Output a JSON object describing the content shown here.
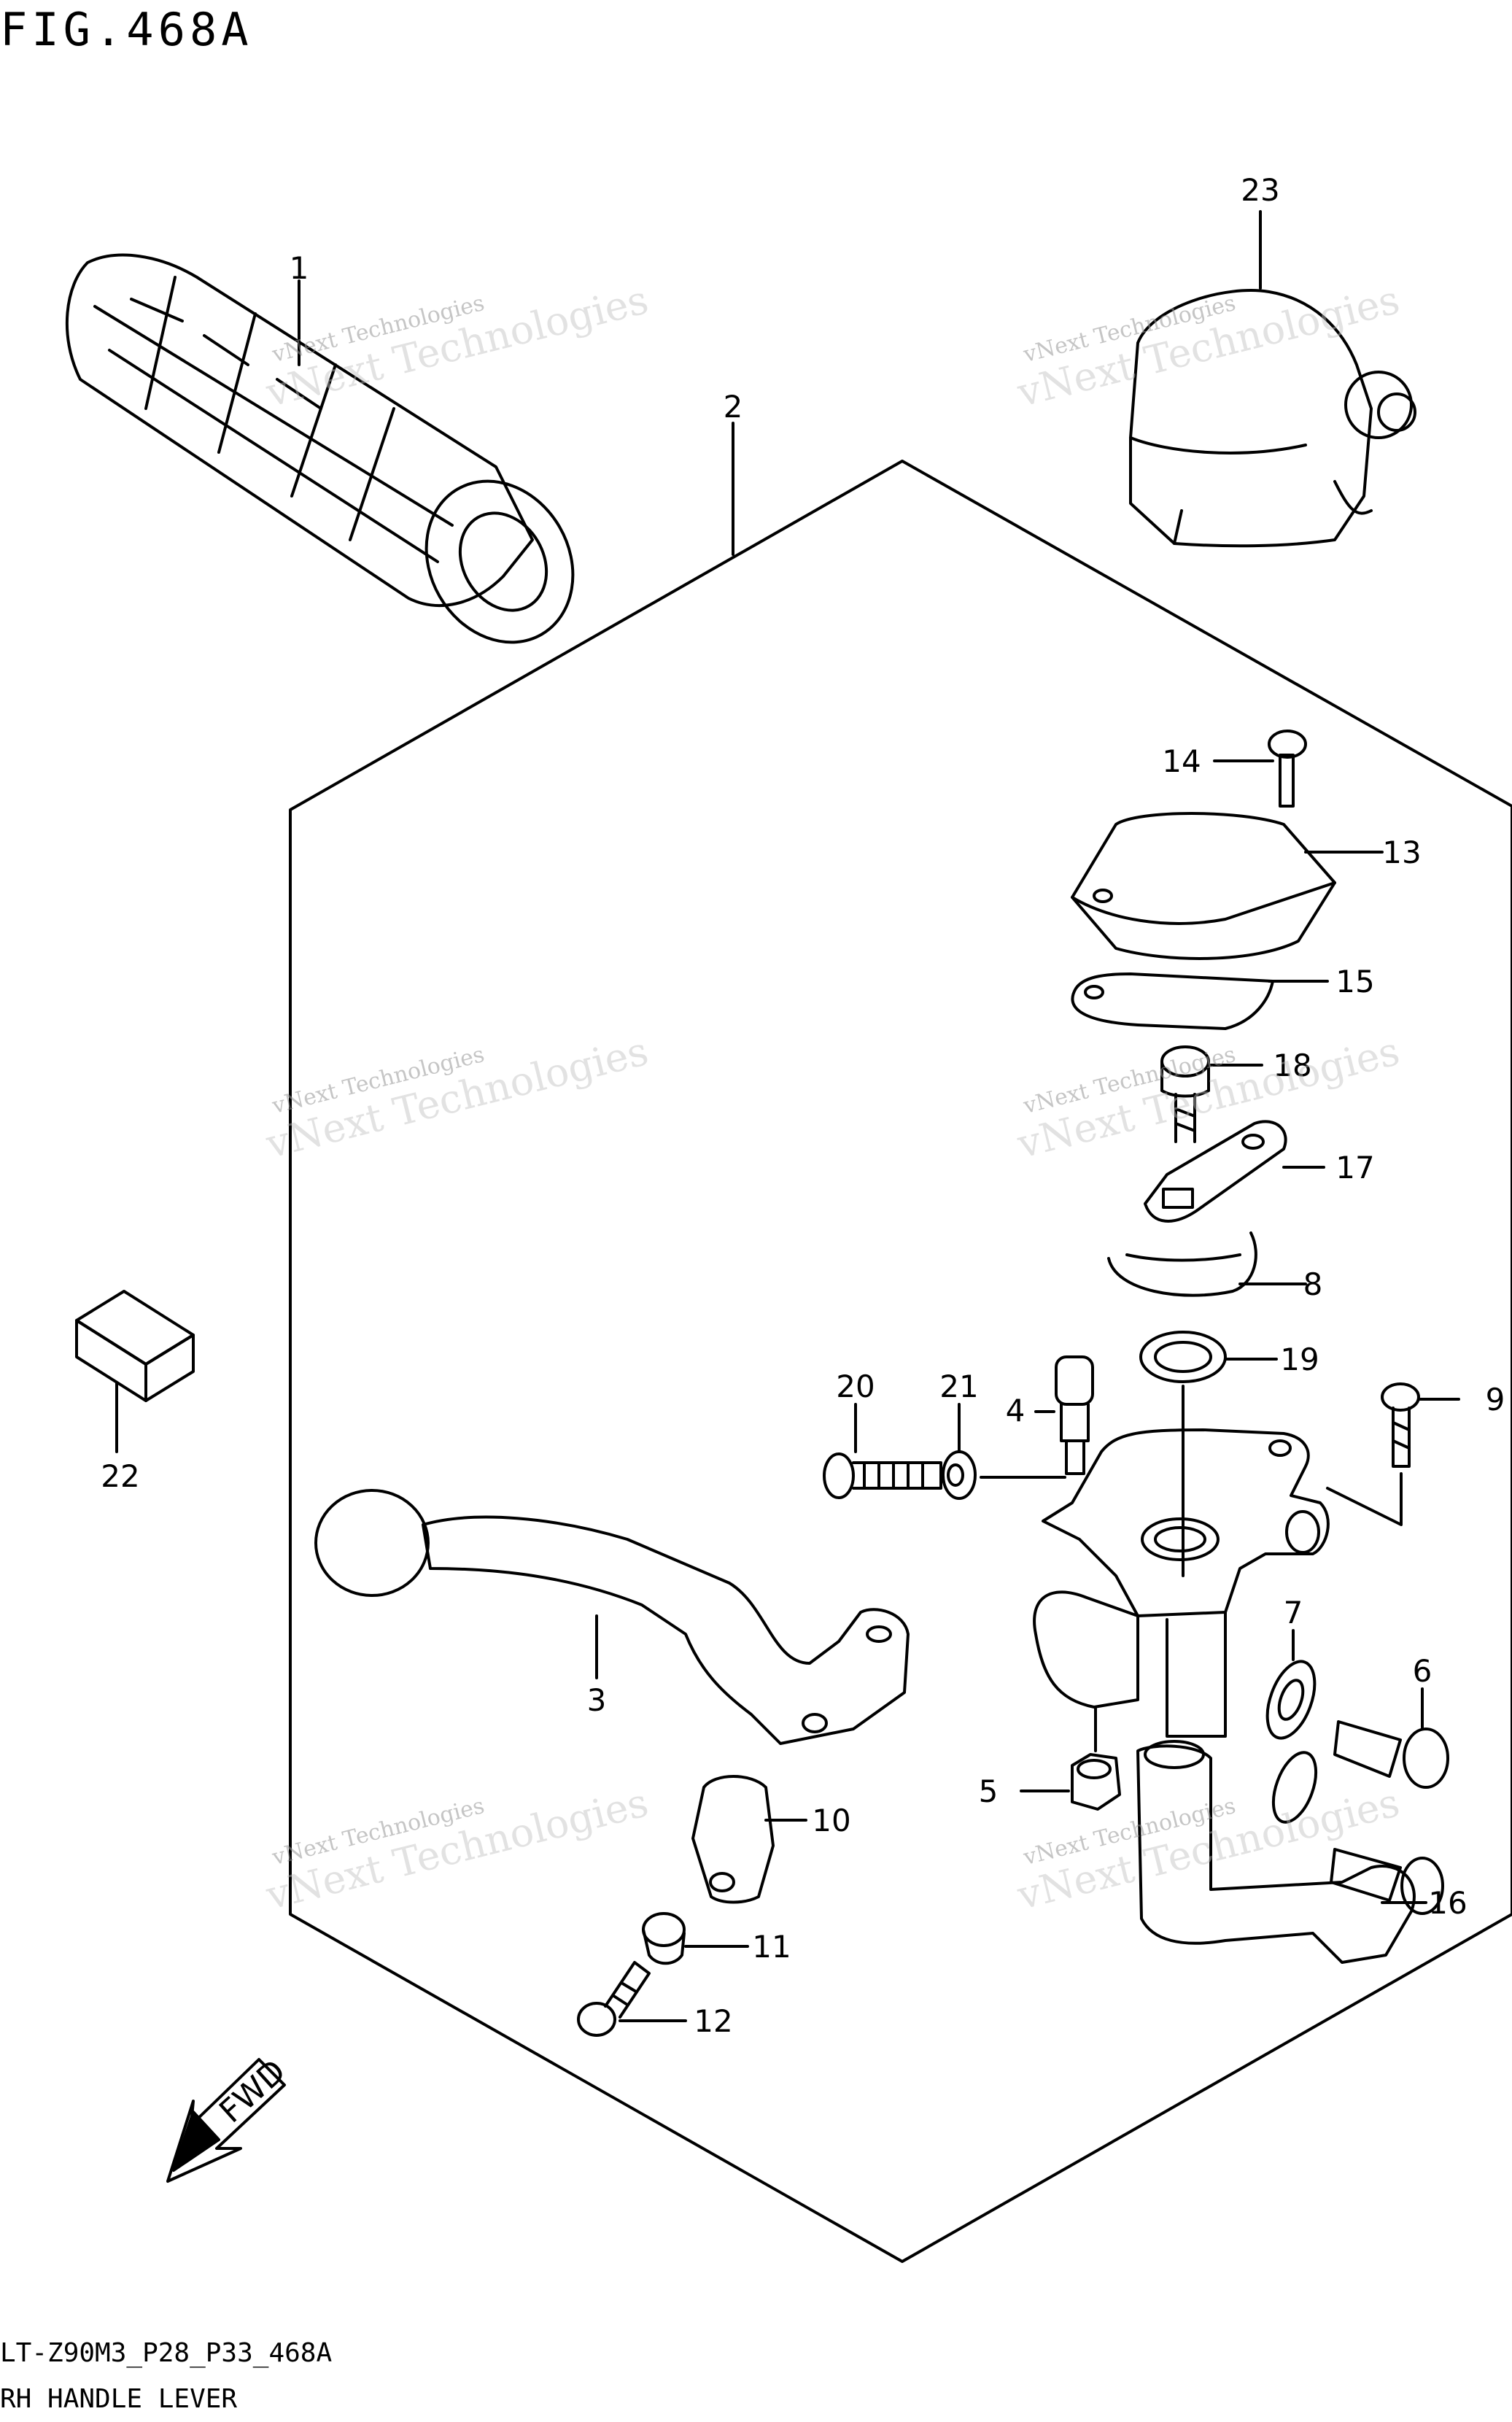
{
  "header": {
    "figure_title": "FIG.468A"
  },
  "footer": {
    "model_code": "LT-Z90M3_P28_P33_468A",
    "section_name": "RH HANDLE LEVER"
  },
  "callouts": {
    "c1": "1",
    "c2": "2",
    "c3": "3",
    "c4": "4",
    "c5": "5",
    "c6": "6",
    "c7": "7",
    "c8": "8",
    "c9": "9",
    "c10": "10",
    "c11": "11",
    "c12": "12",
    "c13": "13",
    "c14": "14",
    "c15": "15",
    "c16": "16",
    "c17": "17",
    "c18": "18",
    "c19": "19",
    "c20": "20",
    "c21": "21",
    "c22": "22",
    "c23": "23"
  },
  "fwd_label": "FWD",
  "watermark": {
    "line1": "vNext Technologies",
    "line2": "vNext Technologies"
  },
  "colors": {
    "ink": "#000000",
    "paper": "#ffffff",
    "watermark": "#9a9a9a"
  }
}
